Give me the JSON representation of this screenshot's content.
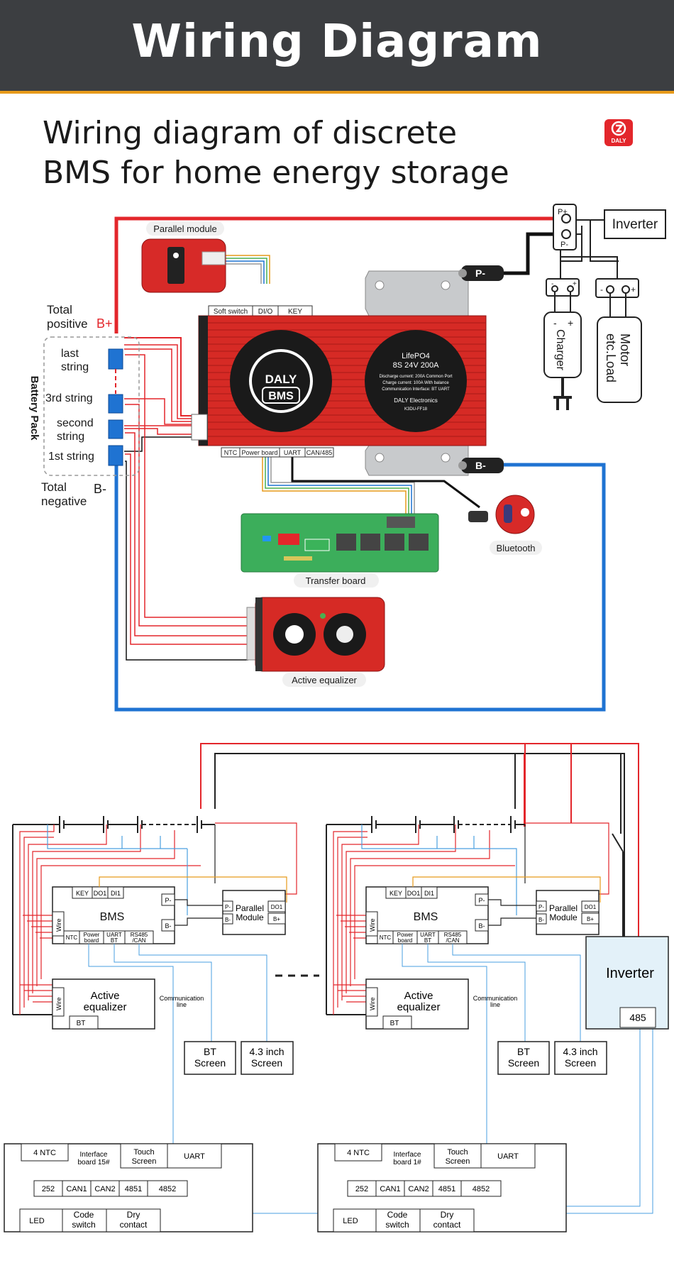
{
  "header": {
    "title": "Wiring Diagram"
  },
  "subtitle": {
    "line1": "Wiring diagram of discrete",
    "line2": "BMS for home energy storage"
  },
  "logo": {
    "text": "DALY"
  },
  "top": {
    "parallel_module": "Parallel module",
    "total_positive_1": "Total",
    "total_positive_2": "positive",
    "b_plus": "B+",
    "total_negative_1": "Total",
    "total_negative_2": "negative",
    "b_minus": "B-",
    "battery_pack": "Battery Pack",
    "strings": [
      {
        "l1": "last",
        "l2": "string"
      },
      {
        "l1": "3rd string",
        "l2": ""
      },
      {
        "l1": "second",
        "l2": "string"
      },
      {
        "l1": "1st string",
        "l2": ""
      }
    ],
    "ports_top": [
      "Soft switch",
      "DI/O",
      "KEY"
    ],
    "ports_bottom": [
      "NTC",
      "Power board",
      "UART",
      "CAN/485"
    ],
    "bms_brand": "DALY",
    "bms_label": "BMS",
    "spec_1": "LifePO4",
    "spec_2": "8S 24V 200A",
    "spec_detail_1": "Discharge current: 200A   Common Port",
    "spec_detail_2": "Charge current: 100A   With balance",
    "spec_detail_3": "Communication Interface:   BT  UART",
    "spec_maker": "DALY Electronics",
    "spec_model": "K3DU-FF18",
    "p_minus": "P-",
    "b_minus_terminal": "B-",
    "p_plus_term": "P+",
    "p_minus_term": "P-",
    "inverter": "Inverter",
    "charger": "Charger",
    "motor": "Motor",
    "load": "etc.Load",
    "bluetooth": "Bluetooth",
    "transfer_board": "Transfer board",
    "active_equalizer": "Active equalizer"
  },
  "bottom": {
    "bms": "BMS",
    "key": "KEY",
    "do1": "DO1",
    "di1": "DI1",
    "p_minus": "P-",
    "b_minus": "B-",
    "wire": "Wire",
    "ntc": "NTC",
    "power_board_1": "Power",
    "power_board_2": "board",
    "uart_bt_1": "UART",
    "uart_bt_2": "BT",
    "rs485_1": "RS485",
    "rs485_2": "/CAN",
    "parallel_1": "Parallel",
    "parallel_2": "Module",
    "pm_do1": "DO1",
    "pm_b_plus": "B+",
    "pm_p_minus": "P-",
    "pm_b_minus": "B-",
    "active_eq_1": "Active",
    "active_eq_2": "equalizer",
    "bt": "BT",
    "comm_line_1": "Communication",
    "comm_line_2": "line",
    "bt_screen_1": "BT",
    "bt_screen_2": "Screen",
    "inch_screen_1": "4.3 inch",
    "inch_screen_2": "Screen",
    "inverter": "Inverter",
    "inv_485": "485",
    "ntc4": "4 NTC",
    "interface_left_1": "Interface",
    "interface_left_2": "board 15#",
    "interface_right_1": "Interface",
    "interface_right_2": "board 1#",
    "touch_1": "Touch",
    "touch_2": "Screen",
    "uart": "UART",
    "row2": [
      "252",
      "CAN1",
      "CAN2",
      "4851",
      "4852"
    ],
    "led": "LED",
    "code_1": "Code",
    "code_2": "switch",
    "dry_1": "Dry",
    "dry_2": "contact"
  }
}
